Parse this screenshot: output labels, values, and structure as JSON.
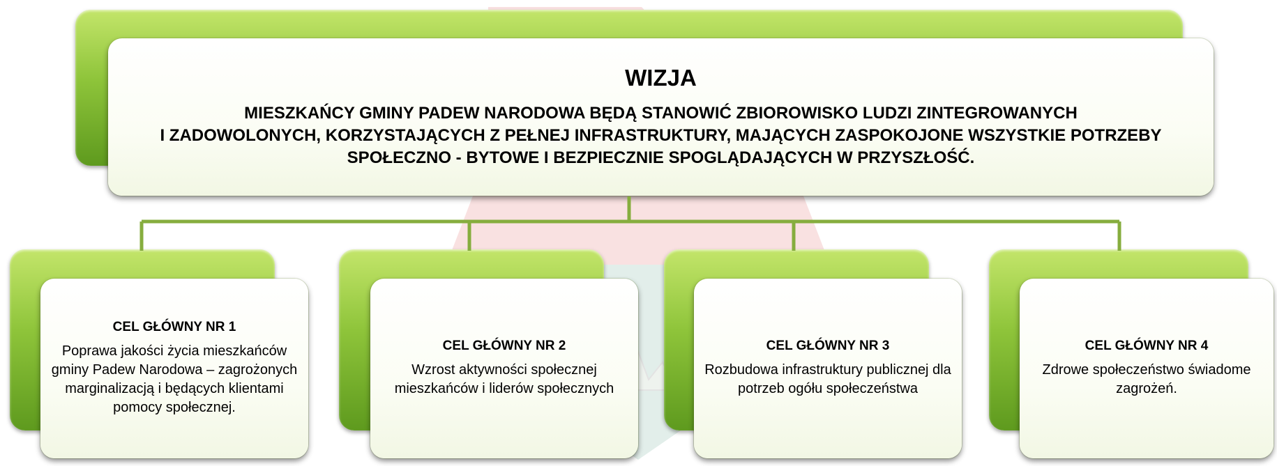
{
  "vision": {
    "title": "WIZJA",
    "lines": [
      "MIESZKAŃCY GMINY  PADEW NARODOWA BĘDĄ STANOWIĆ ZBIOROWISKO LUDZI ZINTEGROWANYCH",
      "I ZADOWOLONYCH, KORZYSTAJĄCYCH Z PEŁNEJ INFRASTRUKTURY, MAJĄCYCH ZASPOKOJONE WSZYSTKIE POTRZEBY",
      "SPOŁECZNO - BYTOWE I BEZPIECZNIE SPOGLĄDAJĄCYCH W PRZYSZŁOŚĆ."
    ]
  },
  "goals": [
    {
      "title": "CEL GŁÓWNY NR 1",
      "text": "Poprawa jakości życia mieszkańców gminy Padew Narodowa – zagrożonych marginalizacją i będących klientami pomocy społecznej."
    },
    {
      "title": "CEL GŁÓWNY NR 2",
      "text": "Wzrost aktywności społecznej mieszkańców i liderów społecznych"
    },
    {
      "title": "CEL GŁÓWNY NR 3",
      "text": "Rozbudowa infrastruktury publicznej dla potrzeb ogółu społeczeństwa"
    },
    {
      "title": "CEL GŁÓWNY NR 4",
      "text": "Zdrowe społeczeństwo świadome zagrożeń."
    }
  ],
  "colors": {
    "green_light": "#c3e56a",
    "green_dark": "#5e9a1e",
    "connector": "#86ad3e",
    "watermark_red": "#f6d4d4",
    "watermark_teal": "#dcebe6"
  }
}
